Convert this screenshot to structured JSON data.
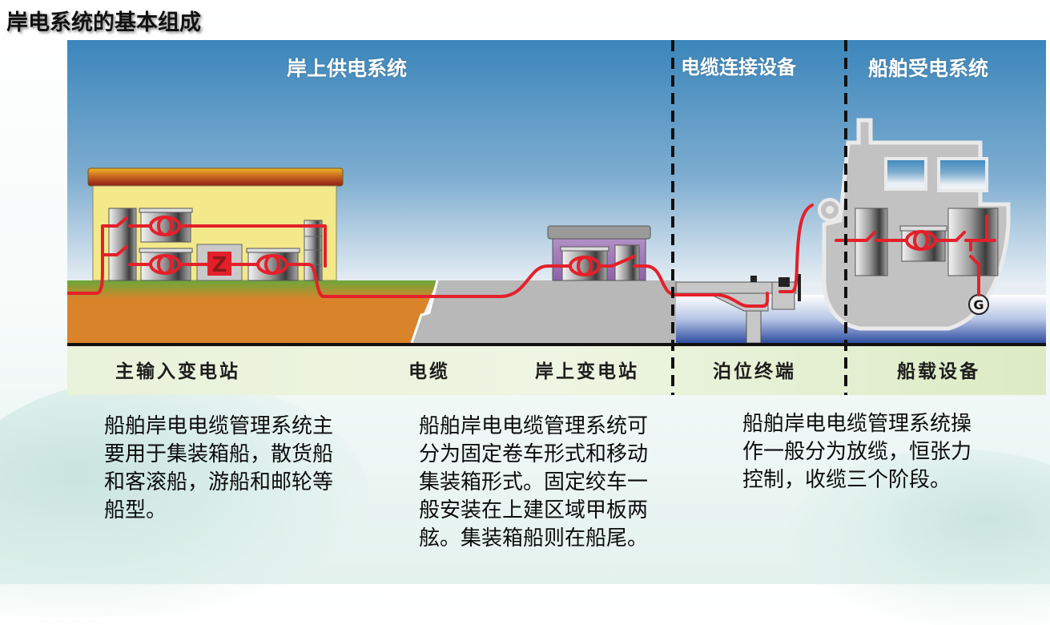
{
  "page": {
    "title": "岸电系统的基本组成"
  },
  "diagram": {
    "sections": [
      {
        "id": "shore",
        "title": "岸上供电系统"
      },
      {
        "id": "cable",
        "title": "电缆连接设备"
      },
      {
        "id": "ship",
        "title": "船舶受电系统"
      }
    ],
    "components": [
      {
        "id": "main-substation",
        "label": "主输入变电站"
      },
      {
        "id": "cable",
        "label": "电缆"
      },
      {
        "id": "shore-substation",
        "label": "岸上变电站"
      },
      {
        "id": "berth-terminal",
        "label": "泊位终端"
      },
      {
        "id": "onboard-equipment",
        "label": "船载设备"
      }
    ],
    "generator_symbol": "G",
    "transformer_symbol": "Z",
    "colors": {
      "sky_top": "#3b86bb",
      "sky_bottom": "#eef3f6",
      "cable": "#e4202a",
      "ground_orange": "#d9832b",
      "grass": "#6aa83a",
      "quay_gray": "#b9b9b9",
      "label_band": "#e3efcf",
      "ship_gray": "#c2c2c2",
      "water_blue": "#2f4ea0"
    }
  },
  "descriptions": [
    {
      "text": "船舶岸电电缆管理系统主要用于集装箱船，散货船和客滚船，游船和邮轮等船型。"
    },
    {
      "text": "船舶岸电电缆管理系统可分为固定卷车形式和移动集装箱形式。固定绞车一般安装在上建区域甲板两舷。集装箱船则在船尾。"
    },
    {
      "text": "船舶岸电电缆管理系统操作一般分为放缆，恒张力控制，收缆三个阶段。"
    }
  ]
}
